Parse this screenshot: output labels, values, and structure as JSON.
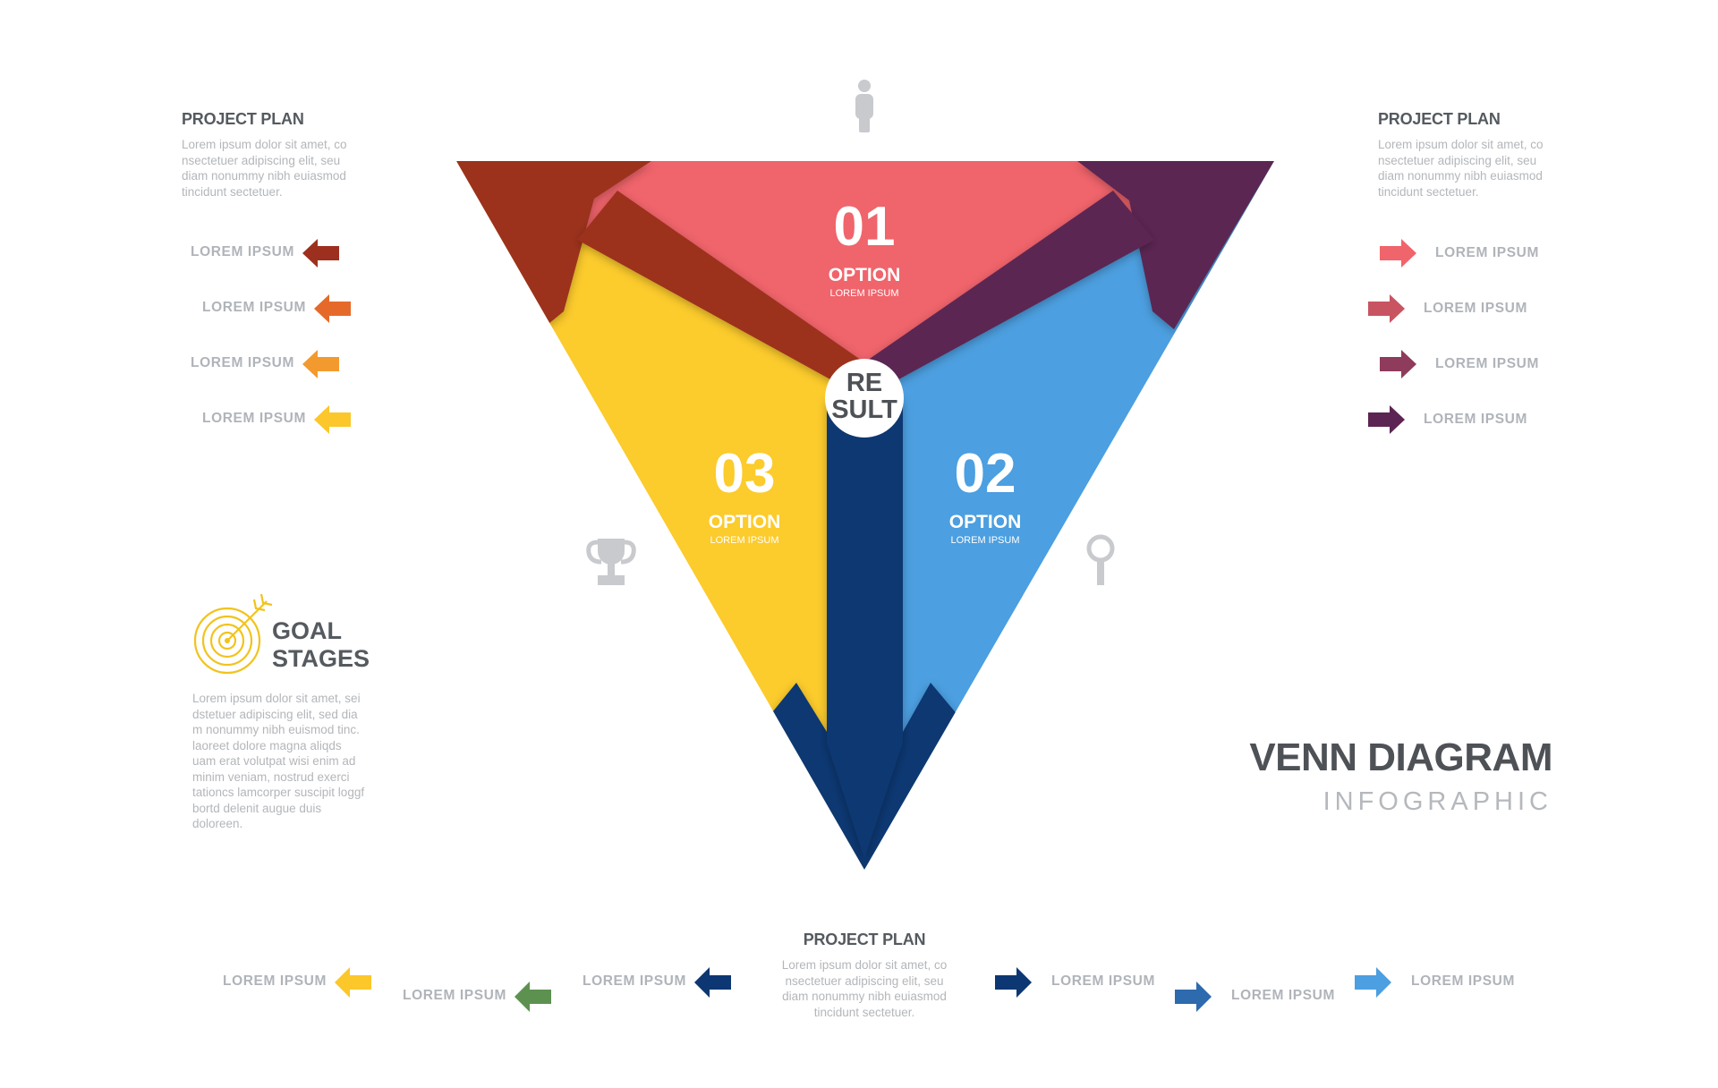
{
  "left_panel": {
    "title": "PROJECT PLAN",
    "description": "Lorem ipsum dolor sit amet, co nsectetuer adipiscing elit, seu diam nonummy nibh euiasmod tincidunt sectetuer.",
    "items": [
      {
        "label": "LOREM IPSUM",
        "color": "#9d2f1f"
      },
      {
        "label": "LOREM IPSUM",
        "color": "#e56a2a"
      },
      {
        "label": "LOREM IPSUM",
        "color": "#f39a2e"
      },
      {
        "label": "LOREM IPSUM",
        "color": "#fbc72a"
      }
    ]
  },
  "right_panel": {
    "title": "PROJECT PLAN",
    "description": "Lorem ipsum dolor sit amet, co nsectetuer adipiscing elit, seu diam nonummy nibh euiasmod tincidunt sectetuer.",
    "items": [
      {
        "label": "LOREM IPSUM",
        "color": "#f0646b"
      },
      {
        "label": "LOREM IPSUM",
        "color": "#c85462"
      },
      {
        "label": "LOREM IPSUM",
        "color": "#8f3b5c"
      },
      {
        "label": "LOREM IPSUM",
        "color": "#5c2453"
      }
    ]
  },
  "goal": {
    "title_line1": "GOAL",
    "title_line2": "STAGES",
    "icon": "target-arrow-icon",
    "description": "Lorem ipsum dolor sit amet, sei dstetuer adipiscing elit, sed dia m nonummy nibh euismod tinc. laoreet dolore magna aliqds uam erat volutpat wisi enim ad minim veniam, nostrud exerci tationcs lamcorper suscipit loggf bortd delenit augue duis doloreen."
  },
  "title": {
    "line1": "VENN DIAGRAM",
    "line2": "INFOGRAPHIC"
  },
  "diagram": {
    "center_line1": "RE",
    "center_line2": "SULT",
    "options": [
      {
        "number": "01",
        "label": "OPTION",
        "sublabel": "LOREM IPSUM",
        "color": "#f0646b"
      },
      {
        "number": "02",
        "label": "OPTION",
        "sublabel": "LOREM IPSUM",
        "color": "#4c9fe0"
      },
      {
        "number": "03",
        "label": "OPTION",
        "sublabel": "LOREM IPSUM",
        "color": "#fccb2c"
      }
    ],
    "arrow_colors": {
      "left": "#9c301f",
      "right": "#5c2553",
      "bottom": "#0d3772"
    },
    "icons": [
      "person-icon",
      "trophy-icon",
      "magnifier-icon"
    ]
  },
  "bottom_panel": {
    "title": "PROJECT PLAN",
    "description": "Lorem ipsum dolor sit amet, co nsectetuer adipiscing elit, seu diam nonummy nibh euiasmod tincidunt sectetuer.",
    "left_items": [
      {
        "label": "LOREM IPSUM",
        "color": "#fbc72a"
      },
      {
        "label": "LOREM IPSUM",
        "color": "#5d9150"
      },
      {
        "label": "LOREM IPSUM",
        "color": "#0d3772"
      }
    ],
    "right_items": [
      {
        "label": "LOREM IPSUM",
        "color": "#0d3772"
      },
      {
        "label": "LOREM IPSUM",
        "color": "#2d6aae"
      },
      {
        "label": "LOREM IPSUM",
        "color": "#4c9fe0"
      }
    ]
  },
  "colors": {
    "text_dark": "#555a5f",
    "text_light": "#b3b6ba",
    "icon_grey": "#c8cacd"
  }
}
